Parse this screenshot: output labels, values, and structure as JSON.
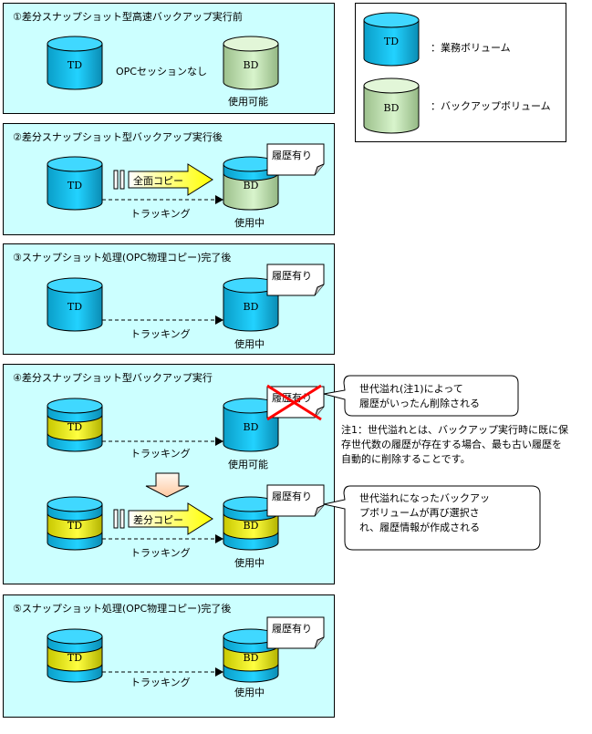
{
  "legend": {
    "items": [
      {
        "volume": "TD",
        "label": "：業務ボリューム",
        "color": "blue"
      },
      {
        "volume": "BD",
        "label": "：バックアップボリューム",
        "color": "green"
      }
    ]
  },
  "colors": {
    "panel_bg": "#ccffff",
    "td_blue": "#1ec8f0",
    "bd_green": "#c8e6b4",
    "changed_yellow": "#ffff33",
    "cross_red": "#ff0000"
  },
  "panels": [
    {
      "title": "①差分スナップショット型高速バックアップ実行前",
      "td": "TD",
      "bd": "BD",
      "middle": "OPCセッションなし",
      "bd_status": "使用可能"
    },
    {
      "title": "②差分スナップショット型バックアップ実行後",
      "td": "TD",
      "bd": "BD",
      "copy_label": "全面コピー",
      "tracking": "トラッキング",
      "bd_status": "使用中",
      "history": "履歴有り"
    },
    {
      "title": "③スナップショット処理(OPC物理コピー)完了後",
      "td": "TD",
      "bd": "BD",
      "tracking": "トラッキング",
      "bd_status": "使用中",
      "history": "履歴有り"
    },
    {
      "title": "④差分スナップショット型バックアップ実行",
      "td": "TD",
      "bd": "BD",
      "tracking": "トラッキング",
      "bd_status": "使用可能",
      "history": "履歴有り",
      "td2": "TD",
      "bd2": "BD",
      "copy_label": "差分コピー",
      "tracking2": "トラッキング",
      "bd_status2": "使用中",
      "history2": "履歴有り"
    },
    {
      "title": "⑤スナップショット処理(OPC物理コピー)完了後",
      "td": "TD",
      "bd": "BD",
      "tracking": "トラッキング",
      "bd_status": "使用中",
      "history": "履歴有り"
    }
  ],
  "callouts": {
    "overflow_delete": [
      "世代溢れ(注1)によって",
      "履歴がいったん削除される"
    ],
    "reselect": [
      "世代溢れになったバックアッ",
      "プボリュームが再び選択さ",
      "れ、履歴情報が作成される"
    ],
    "note": "注1：世代溢れとは、バックアップ実行時に既に保存世代数の履歴が存在する場合、最も古い履歴を自動的に削除することです。"
  }
}
